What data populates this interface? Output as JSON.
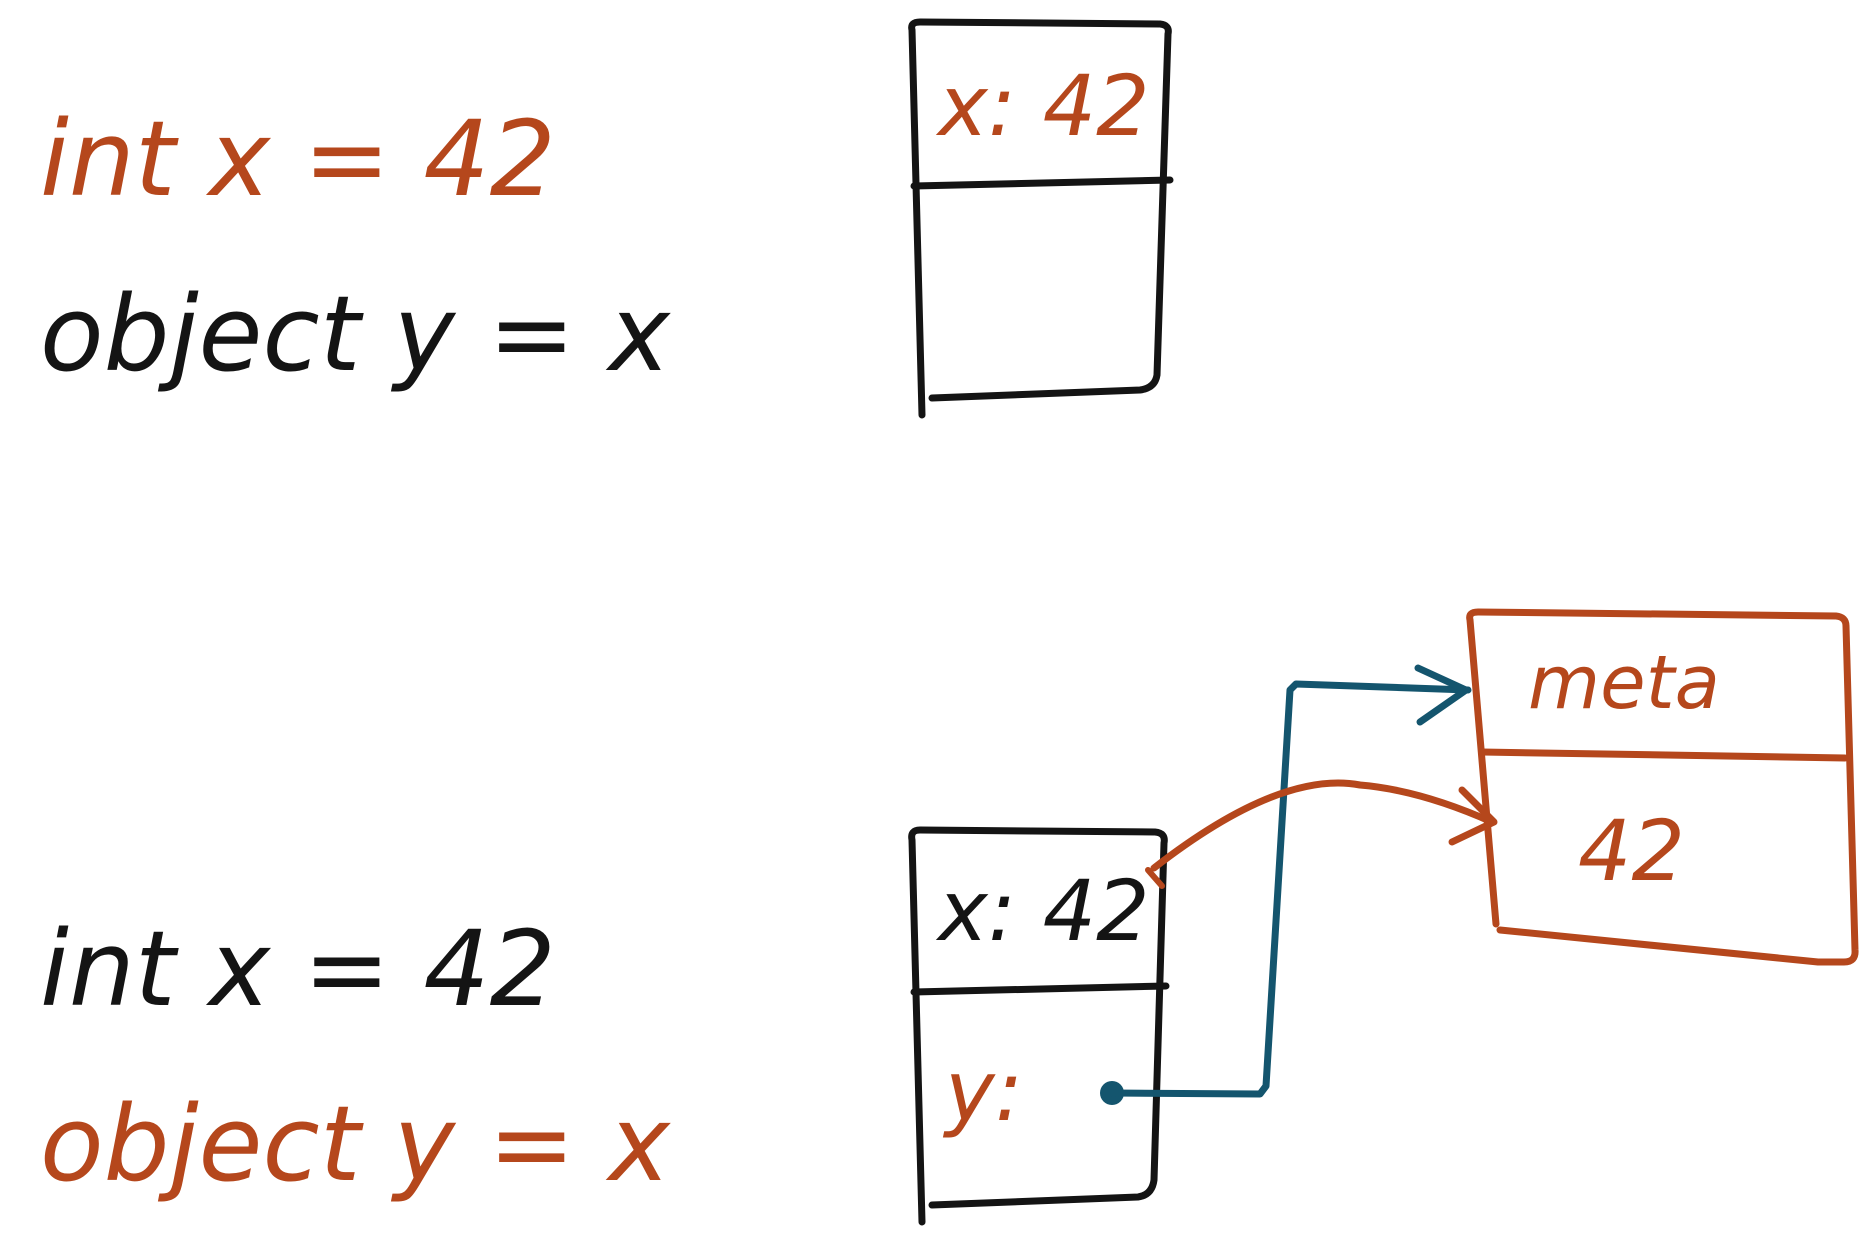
{
  "colors": {
    "black": "#141414",
    "orange": "#b5471c",
    "blue": "#14556e",
    "background": "#ffffff"
  },
  "top": {
    "line1": "int x = 42",
    "line2": "object y = x",
    "stack_box": {
      "slot1": "x: 42",
      "slot2": ""
    }
  },
  "bottom": {
    "line1": "int x = 42",
    "line2": "object y = x",
    "stack_box": {
      "slot1": "x: 42",
      "slot2": "y:"
    },
    "heap_box": {
      "header": "meta",
      "value": "42"
    }
  }
}
